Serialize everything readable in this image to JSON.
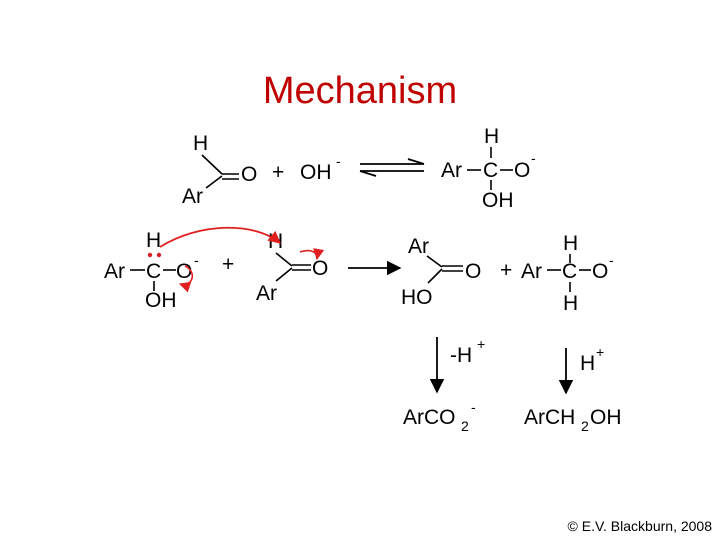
{
  "slide": {
    "title": "Mechanism",
    "copyright": "© E.V. Blackburn, 2008"
  },
  "step1": {
    "aldehyde": {
      "h": "H",
      "o": "O",
      "ar": "Ar"
    },
    "plus": "+",
    "hydroxide": "OH",
    "hydroxide_charge": "-",
    "product": {
      "h": "H",
      "ar": "Ar",
      "c": "C",
      "o": "O",
      "o_charge": "-",
      "oh": "OH"
    }
  },
  "step2": {
    "intermediate": {
      "h": "H",
      "ar": "Ar",
      "c": "C",
      "o": "O",
      "o_charge": "-",
      "oh": "OH"
    },
    "plus": "+",
    "aldehyde": {
      "h": "H",
      "o": "O",
      "ar": "Ar"
    },
    "acid": {
      "ar": "Ar",
      "o": "O",
      "ho": "HO"
    },
    "plus2": "+",
    "alkoxide": {
      "ar": "Ar",
      "c": "C",
      "o": "O",
      "o_charge": "-",
      "h_top": "H",
      "h_bottom": "H"
    }
  },
  "step3": {
    "left_reagent": "-H",
    "left_reagent_charge": "+",
    "left_product": "ArCO",
    "left_product_sub": "2",
    "left_product_charge": "-",
    "right_reagent": "H",
    "right_reagent_charge": "+",
    "right_product_a": "ArCH",
    "right_product_sub": "2",
    "right_product_b": "OH"
  },
  "colors": {
    "title": "#c00000",
    "curved_arrow": "#e02020",
    "text": "#000000"
  }
}
